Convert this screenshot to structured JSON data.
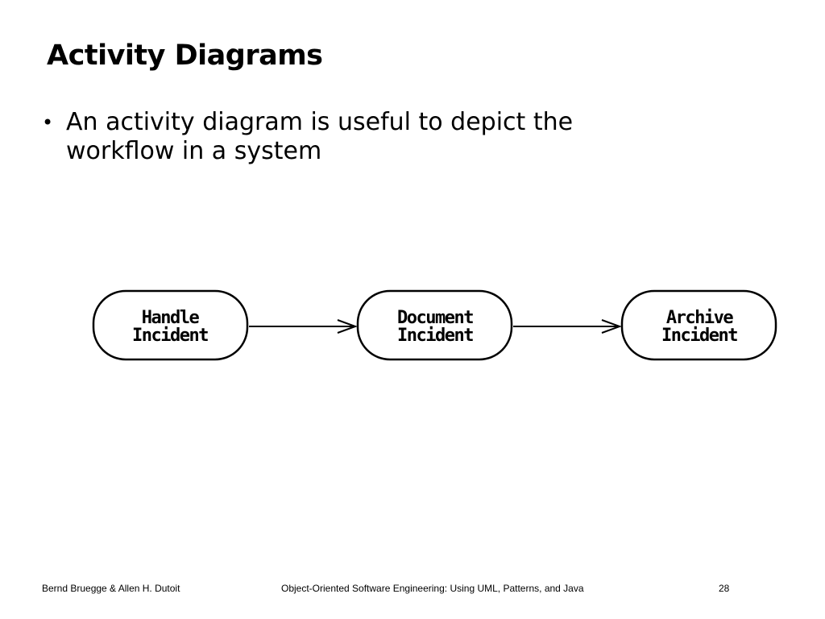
{
  "slide": {
    "title": "Activity Diagrams",
    "bullets": [
      "An activity diagram is useful to depict the workflow in a system"
    ]
  },
  "diagram": {
    "nodes": [
      {
        "line1": "Handle",
        "line2": "Incident"
      },
      {
        "line1": "Document",
        "line2": "Incident"
      },
      {
        "line1": "Archive",
        "line2": "Incident"
      }
    ]
  },
  "footer": {
    "authors": "Bernd Bruegge & Allen H. Dutoit",
    "book": "Object-Oriented Software Engineering: Using UML, Patterns, and Java",
    "page": "28"
  }
}
